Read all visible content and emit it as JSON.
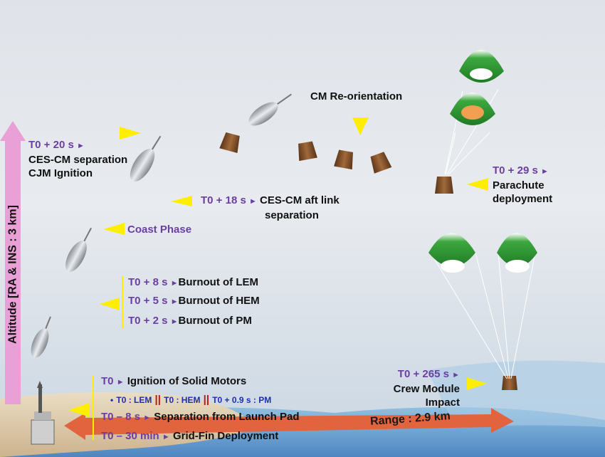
{
  "axes": {
    "altitude": "Altitude [RA & INS : 3 km]",
    "range": "Range : 2.9 km"
  },
  "events": {
    "ces_cm_sep_time": "T0 + 20 s",
    "ces_cm_sep_line1": "CES-CM separation",
    "ces_cm_sep_line2": "CJM Ignition",
    "aft_link_time": "T0 + 18 s",
    "aft_link_line1": "CES-CM  aft link",
    "aft_link_line2": "separation",
    "coast_phase": "Coast Phase",
    "reorientation": "CM Re-orientation",
    "parachute_time": "T0 + 29 s",
    "parachute_line1": "Parachute",
    "parachute_line2": "deployment",
    "burnout_lem_time": "T0 + 8 s",
    "burnout_lem": "Burnout of  LEM",
    "burnout_hem_time": "T0 + 5 s",
    "burnout_hem": "Burnout of  HEM",
    "burnout_pm_time": "T0 + 2 s",
    "burnout_pm": "Burnout of  PM",
    "impact_time": "T0 + 265 s",
    "impact_line1": "Crew Module",
    "impact_line2": "Impact",
    "ignition_time": "T0",
    "ignition": "Ignition of Solid Motors",
    "ign_lem": "T0 : LEM",
    "ign_sep": "||",
    "ign_hem": "T0 : HEM",
    "ign_pm": "T0 + 0.9 s : PM",
    "pad_sep_time": "T0 – 8 s",
    "pad_sep": "Separation from Launch Pad",
    "gridfin_time": "T0 – 30 min",
    "gridfin": "Grid-Fin Deployment"
  },
  "glyphs": {
    "pointer": "►",
    "bullet": "•"
  },
  "colors": {
    "time_purple": "#6a3fa0",
    "arrow_yellow": "#ffee00",
    "altitude_arrow": "#e9a0d6",
    "range_arrow": "#e2643f",
    "parachute_green": "#2f9a33",
    "capsule_brown": "#7a4a22"
  }
}
